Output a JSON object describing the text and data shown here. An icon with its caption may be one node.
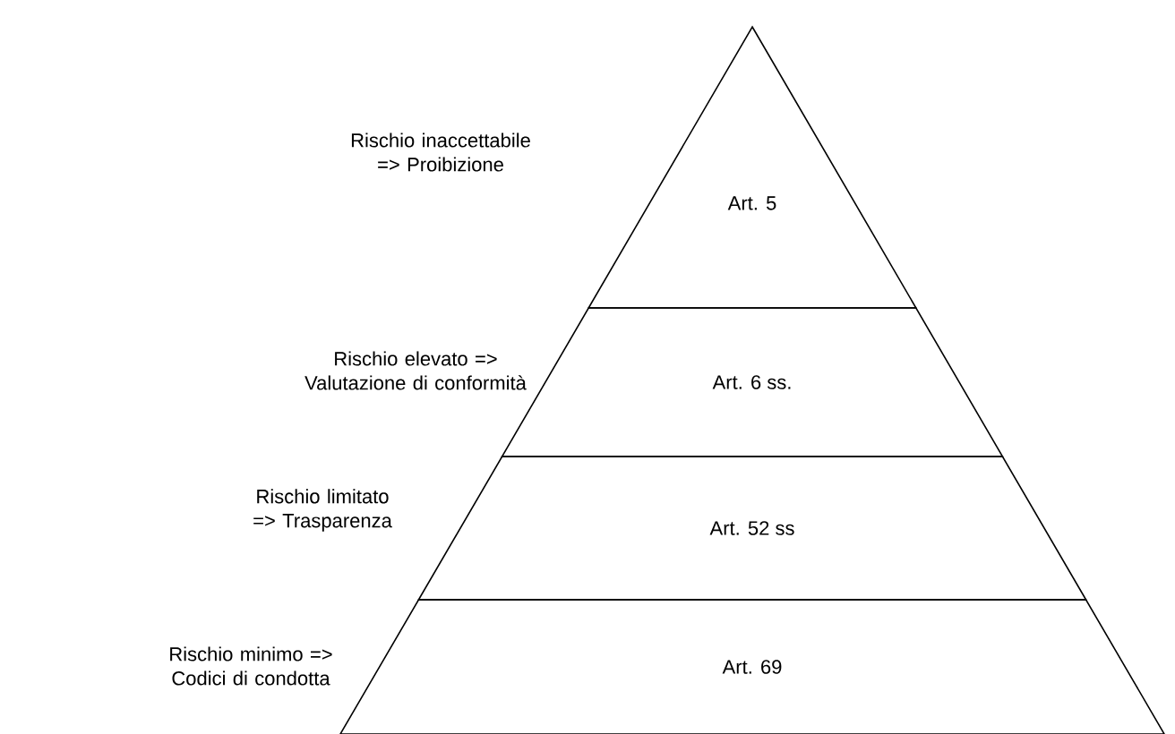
{
  "diagram": {
    "nodes": [
      {
        "text": [
          "Art. 5"
        ],
        "beside": [
          "Rischio inaccettabile => Proibizione"
        ]
      },
      {
        "text": [
          "Art. 6 ss."
        ],
        "beside": [
          "Rischio elevato => Valutazione di conformità"
        ]
      },
      {
        "text": [
          "Art. 52 ss"
        ],
        "beside": [
          "Rischio limitato => Trasparenza"
        ]
      },
      {
        "text": [
          "Art. 69"
        ],
        "beside": [
          "Rischio minimo => Codici di condotta"
        ]
      }
    ]
  }
}
